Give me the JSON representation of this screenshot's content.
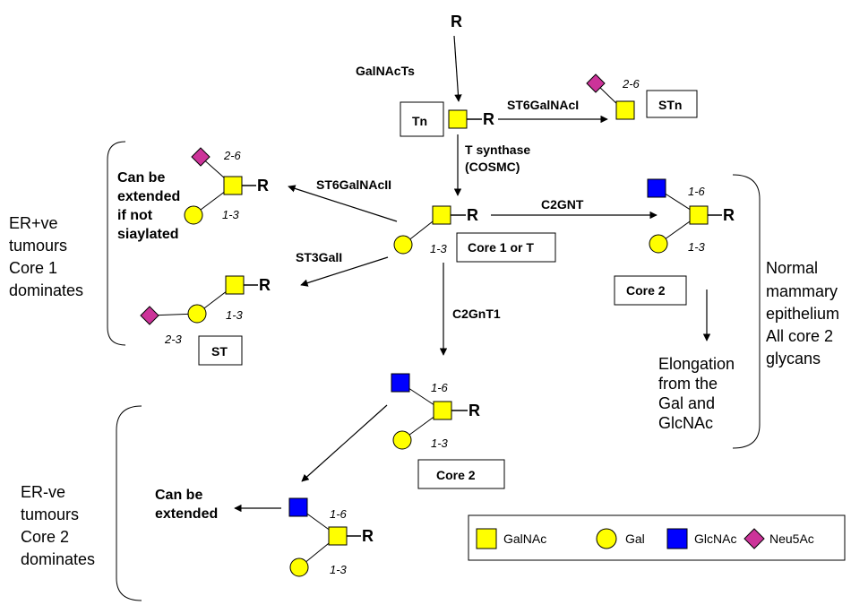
{
  "colors": {
    "galnac": "#ffff00",
    "gal": "#ffff00",
    "glcnac": "#0000ff",
    "neu5ac": "#cc3399",
    "line": "#000000"
  },
  "start_r": "R",
  "r": "R",
  "enzymes": {
    "galnacts": "GalNAcTs",
    "st6galnaci": "ST6GalNAcI",
    "t_synthase": "T synthase",
    "cosmc": "(COSMC)",
    "st6galnacii": "ST6GalNAcII",
    "st3gali": "ST3GalI",
    "c2gnt": "C2GNT",
    "c2gnt1": "C2GnT1"
  },
  "linkages": {
    "l26": "2-6",
    "l13": "1-3",
    "l16": "1-6",
    "l23": "2-3"
  },
  "boxes": {
    "tn": "Tn",
    "stn": "STn",
    "core1": "Core 1 or T",
    "core2": "Core 2",
    "st": "ST"
  },
  "notes": {
    "extended_if_not": [
      "Can be",
      "extended",
      "if not",
      "siaylated"
    ],
    "can_be_extended": [
      "Can be",
      "extended"
    ],
    "elongation": [
      "Elongation",
      "from the",
      "Gal and",
      "GlcNAc"
    ]
  },
  "groups": {
    "er_pos": [
      "ER+ve",
      "tumours",
      "Core 1",
      "dominates"
    ],
    "er_neg": [
      "ER-ve",
      "tumours",
      "Core 2",
      "dominates"
    ],
    "normal": [
      "Normal",
      "mammary",
      "epithelium",
      "All core 2",
      "glycans"
    ]
  },
  "legend": {
    "galnac": "GalNAc",
    "gal": "Gal",
    "glcnac": "GlcNAc",
    "neu5ac": "Neu5Ac"
  }
}
